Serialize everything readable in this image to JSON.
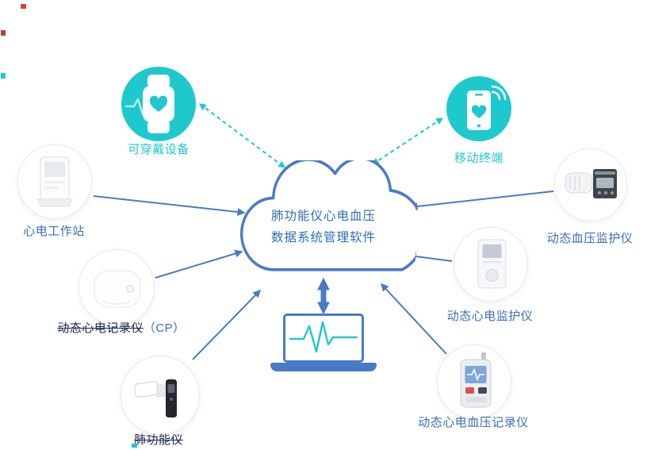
{
  "colors": {
    "teal": "#1ec9cd",
    "blue": "#4a7ac6",
    "label_blue": "#3c6cbd",
    "label_dark": "#17294d",
    "cloud_text": "#2e6bc0"
  },
  "cloud": {
    "line1": "肺功能仪心电血压",
    "line2": "数据系统管理软件"
  },
  "nodes": {
    "wearable": {
      "label": "可穿戴设备"
    },
    "mobile": {
      "label": "移动终端"
    },
    "ecg_workstation": {
      "label": "心电工作站"
    },
    "cp_recorder": {
      "label": "动态心电记录仪",
      "suffix": "（CP）"
    },
    "spirometer": {
      "label": "肺功能仪"
    },
    "bp_monitor": {
      "label": "动态血压监护仪"
    },
    "ecg_monitor": {
      "label": "动态心电监护仪"
    },
    "ecg_bp_recorder": {
      "label": "动态心电血压记录仪"
    }
  }
}
